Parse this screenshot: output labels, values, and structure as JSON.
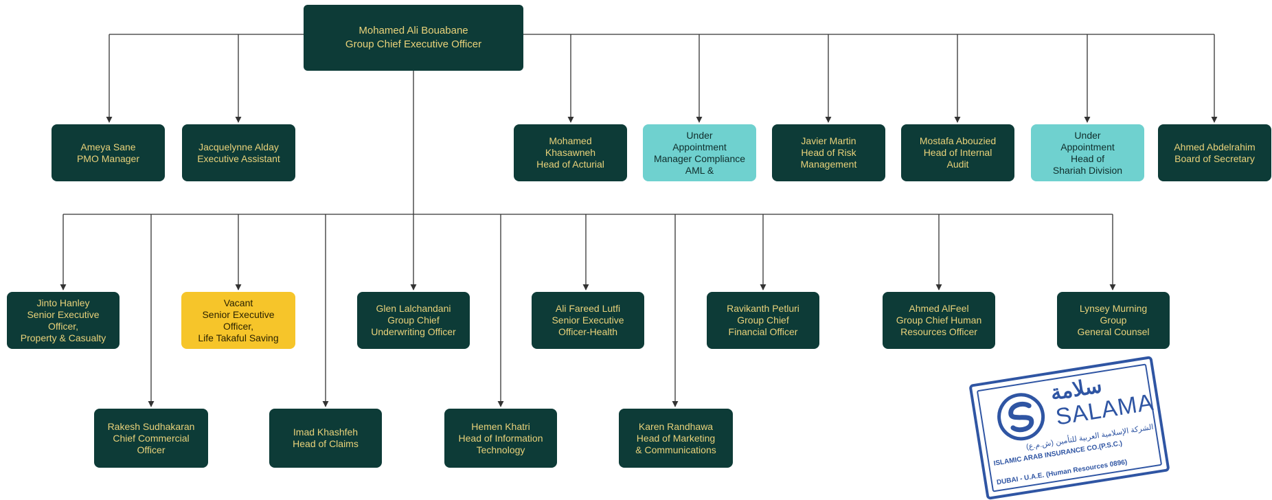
{
  "ceo": {
    "name": "Mohamed Ali Bouabane",
    "title": "Group Chief Executive Officer"
  },
  "direct": [
    {
      "l1": "Ameya Sane",
      "l2": "PMO Manager"
    },
    {
      "l1": "Jacquelynne Alday",
      "l2": "Executive Assistant"
    },
    {
      "l1": "Mohamed",
      "l2": "Khasawneh",
      "l3": "Head of Acturial"
    },
    {
      "l1": "Under",
      "l2": "Appointment",
      "l3": "Manager Compliance",
      "l4": "AML &"
    },
    {
      "l1": "Javier Martin",
      "l2": "Head of Risk",
      "l3": "Management"
    },
    {
      "l1": "Mostafa Abouzied",
      "l2": "Head of Internal",
      "l3": "Audit"
    },
    {
      "l1": "Under",
      "l2": "Appointment",
      "l3": "Head of",
      "l4": "Shariah Division"
    },
    {
      "l1": "Ahmed Abdelrahim",
      "l2": "Board of Secretary"
    }
  ],
  "executives": [
    {
      "l1": "Jinto Hanley",
      "l2": "Senior Executive",
      "l3": "Officer,",
      "l4": "Property & Casualty"
    },
    {
      "l1": "Vacant",
      "l2": "Senior Executive",
      "l3": "Officer,",
      "l4": "Life Takaful Saving"
    },
    {
      "l1": "Glen Lalchandani",
      "l2": "Group Chief",
      "l3": "Underwriting Officer"
    },
    {
      "l1": "Ali Fareed Lutfi",
      "l2": "Senior Executive",
      "l3": "Officer-Health"
    },
    {
      "l1": "Ravikanth Petluri",
      "l2": "Group Chief",
      "l3": "Financial Officer"
    },
    {
      "l1": "Ahmed AlFeel",
      "l2": "Group Chief Human",
      "l3": "Resources Officer"
    },
    {
      "l1": "Lynsey Murning",
      "l2": "Group",
      "l3": "General Counsel"
    }
  ],
  "heads": [
    {
      "l1": "Rakesh Sudhakaran",
      "l2": "Chief Commercial",
      "l3": "Officer"
    },
    {
      "l1": "Imad Khashfeh",
      "l2": "Head of Claims"
    },
    {
      "l1": "Hemen Khatri",
      "l2": "Head of Information",
      "l3": "Technology"
    },
    {
      "l1": "Karen Randhawa",
      "l2": "Head of Marketing",
      "l3": "& Communications"
    }
  ],
  "stamp": {
    "brand_ar": "سلامة",
    "brand_en": "SALAMA",
    "company_ar": "الشركة الإسلامية العربية للتأمين (ش.م.ع)",
    "company_en": "ISLAMIC ARAB INSURANCE CO.(P.S.C.)",
    "city_line": "DUBAI - U.A.E. (Human Resources 0896)"
  },
  "colors": {
    "dark_box": "#0d3b37",
    "dark_text": "#e9d27a",
    "teal_box": "#6fd1cf",
    "vacant_box": "#f6c52a",
    "stamp": "#2f55a3",
    "line": "#333333"
  }
}
